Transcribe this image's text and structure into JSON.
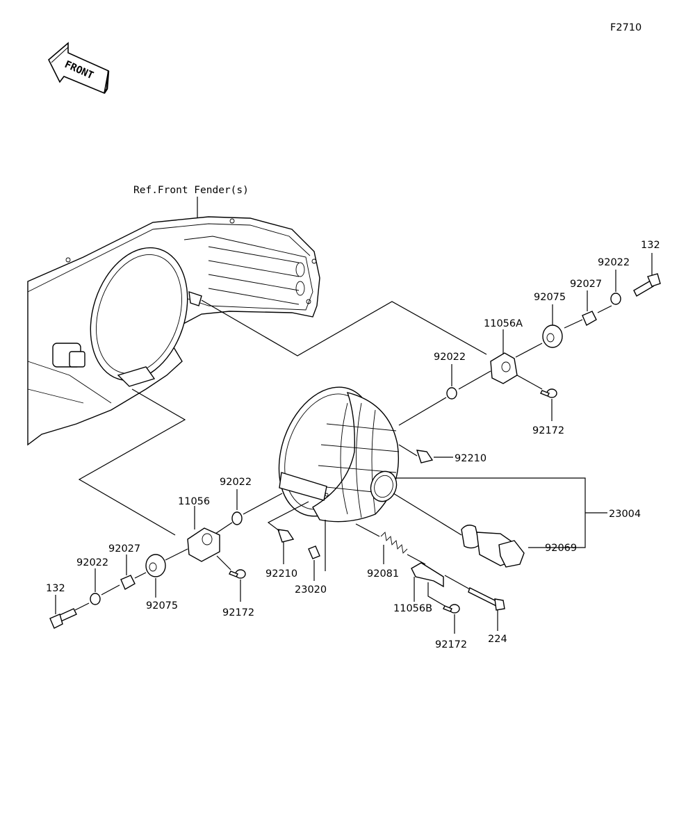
{
  "figure_id": "F2710",
  "front_arrow_text": "FRONT",
  "ref_label": "Ref.Front Fender(s)",
  "parts": {
    "p132_right": "132",
    "p92022_r1": "92022",
    "p92027_right": "92027",
    "p92075_right": "92075",
    "p11056A": "11056A",
    "p92022_r2": "92022",
    "p92172_r": "92172",
    "p92210_r": "92210",
    "p23004": "23004",
    "p92069": "92069",
    "p92022_l1": "92022",
    "p11056": "11056",
    "p92027_left": "92027",
    "p92022_l2": "92022",
    "p132_left": "132",
    "p92075_left": "92075",
    "p92172_l": "92172",
    "p92210_l": "92210",
    "p23020": "23020",
    "p92081": "92081",
    "p11056B": "11056B",
    "p92172_b": "92172",
    "p224": "224"
  }
}
